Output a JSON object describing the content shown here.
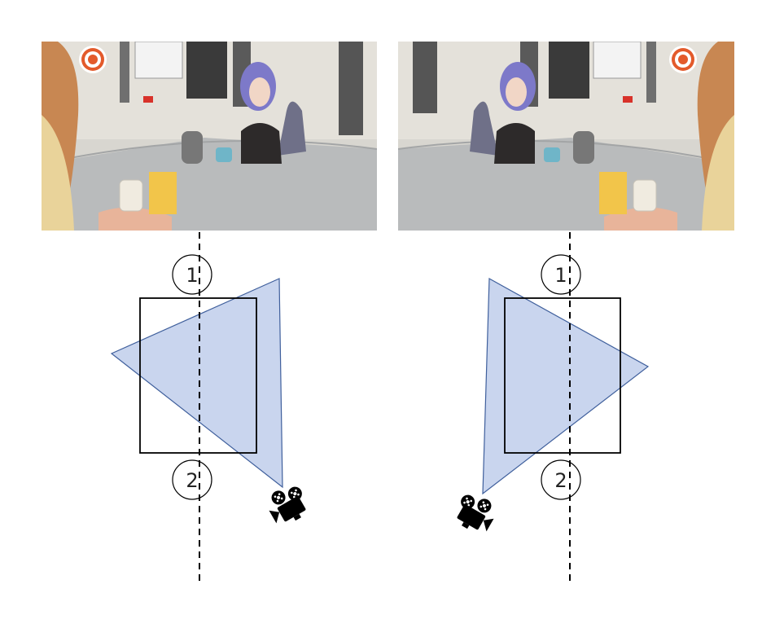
{
  "left_panel": {
    "position_1_label": "1",
    "position_2_label": "2",
    "camera_icon": "movie-camera-icon",
    "photo": "video-still-camera-view-left"
  },
  "right_panel": {
    "position_1_label": "1",
    "position_2_label": "2",
    "camera_icon": "movie-camera-icon",
    "photo": "video-still-camera-view-right"
  },
  "colors": {
    "field_of_view_fill": "#c9d5ee",
    "field_of_view_stroke": "#3f5f9c",
    "table_outline": "#000000",
    "axis_line": "#000000"
  }
}
